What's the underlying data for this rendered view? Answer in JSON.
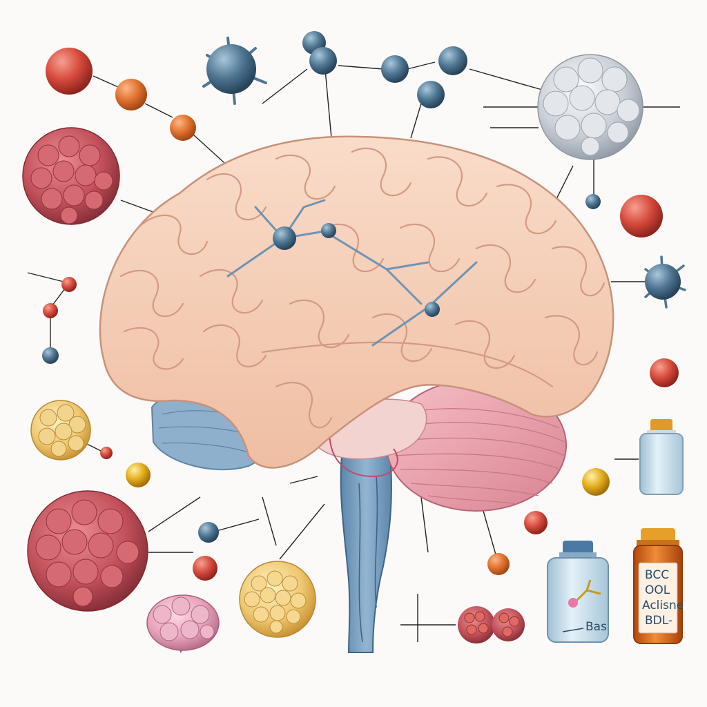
{
  "diagram": {
    "bottle_label_lines": [
      "BCC",
      "OOL",
      "Aclisne",
      "BDL-"
    ],
    "bottle_small_label": "Bas"
  },
  "colors": {
    "background": "#fbfaf8",
    "cortex": "#f5cdb4",
    "cortex_fold": "#d9a58c",
    "cerebellum": "#e9a1ab",
    "cerebellum_line": "#c97783",
    "temporal_blue": "#8fb0cc",
    "brainstem": "#7fa3c4",
    "neuron": "#6e93b3",
    "red_molecule": "#c9413a",
    "orange_molecule": "#e0722f",
    "gold_molecule": "#e3ad1c",
    "blue_molecule": "#4f7692",
    "grey_cluster": "#c9cfd6",
    "yellow_cluster": "#efc870",
    "pink_cluster": "#e7a2bb",
    "red_cluster": "#c2505a",
    "amber_bottle": "#d9681e",
    "glass_bottle": "#c3d9e6",
    "leader_line": "#222222"
  },
  "icons": [
    "brain-icon",
    "neuron-icon",
    "virus-icon",
    "molecule-icon",
    "bottle-icon"
  ]
}
